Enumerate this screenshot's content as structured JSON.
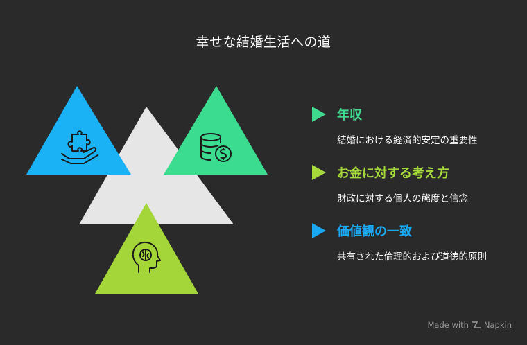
{
  "title": "幸せな結婚生活への道",
  "colors": {
    "background": "#2a2a2a",
    "center": "#e8e8e8",
    "income": "#2196f3",
    "money": "#3fd98f",
    "values": "#a6d93a"
  },
  "items": [
    {
      "label": "年収",
      "description": "結婚における経済的安定の重要性",
      "color": "#3fd98f",
      "icon": "puzzle-hand-icon"
    },
    {
      "label": "お金に対する考え方",
      "description": "財政に対する個人の態度と信念",
      "color": "#a6d93a",
      "icon": "coins-dollar-icon"
    },
    {
      "label": "価値観の一致",
      "description": "共有された倫理的および道徳的原則",
      "color": "#1aa8f0",
      "icon": "head-brain-icon"
    }
  ],
  "footer": {
    "made_with": "Made with",
    "brand": "Napkin"
  }
}
